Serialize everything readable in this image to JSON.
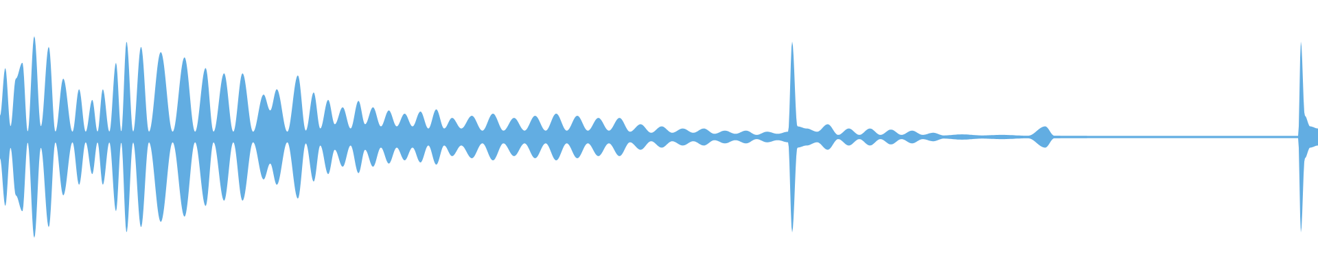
{
  "waveform": {
    "color": "#62ade2",
    "background": "#ffffff",
    "envelope": [
      [
        0.0,
        0.2
      ],
      [
        0.004,
        0.65
      ],
      [
        0.008,
        0.1
      ],
      [
        0.012,
        0.55
      ],
      [
        0.017,
        0.7
      ],
      [
        0.021,
        0.05
      ],
      [
        0.026,
        0.95
      ],
      [
        0.031,
        0.1
      ],
      [
        0.037,
        0.85
      ],
      [
        0.042,
        0.05
      ],
      [
        0.048,
        0.55
      ],
      [
        0.055,
        0.05
      ],
      [
        0.06,
        0.45
      ],
      [
        0.065,
        0.05
      ],
      [
        0.07,
        0.35
      ],
      [
        0.074,
        0.05
      ],
      [
        0.078,
        0.45
      ],
      [
        0.083,
        0.05
      ],
      [
        0.088,
        0.7
      ],
      [
        0.092,
        0.05
      ],
      [
        0.096,
        0.9
      ],
      [
        0.101,
        0.05
      ],
      [
        0.107,
        0.85
      ],
      [
        0.113,
        0.05
      ],
      [
        0.122,
        0.8
      ],
      [
        0.131,
        0.05
      ],
      [
        0.14,
        0.75
      ],
      [
        0.148,
        0.05
      ],
      [
        0.156,
        0.65
      ],
      [
        0.162,
        0.05
      ],
      [
        0.17,
        0.6
      ],
      [
        0.177,
        0.05
      ],
      [
        0.184,
        0.6
      ],
      [
        0.192,
        0.05
      ],
      [
        0.2,
        0.4
      ],
      [
        0.205,
        0.25
      ],
      [
        0.21,
        0.45
      ],
      [
        0.218,
        0.05
      ],
      [
        0.226,
        0.58
      ],
      [
        0.232,
        0.06
      ],
      [
        0.238,
        0.42
      ],
      [
        0.243,
        0.08
      ],
      [
        0.249,
        0.35
      ],
      [
        0.254,
        0.12
      ],
      [
        0.26,
        0.28
      ],
      [
        0.266,
        0.08
      ],
      [
        0.272,
        0.34
      ],
      [
        0.277,
        0.12
      ],
      [
        0.283,
        0.28
      ],
      [
        0.289,
        0.1
      ],
      [
        0.295,
        0.25
      ],
      [
        0.301,
        0.1
      ],
      [
        0.307,
        0.22
      ],
      [
        0.313,
        0.1
      ],
      [
        0.319,
        0.24
      ],
      [
        0.325,
        0.08
      ],
      [
        0.331,
        0.26
      ],
      [
        0.337,
        0.08
      ],
      [
        0.343,
        0.18
      ],
      [
        0.35,
        0.08
      ],
      [
        0.358,
        0.2
      ],
      [
        0.366,
        0.06
      ],
      [
        0.374,
        0.22
      ],
      [
        0.382,
        0.06
      ],
      [
        0.39,
        0.18
      ],
      [
        0.398,
        0.06
      ],
      [
        0.406,
        0.2
      ],
      [
        0.414,
        0.06
      ],
      [
        0.422,
        0.22
      ],
      [
        0.43,
        0.06
      ],
      [
        0.438,
        0.2
      ],
      [
        0.446,
        0.06
      ],
      [
        0.454,
        0.18
      ],
      [
        0.462,
        0.06
      ],
      [
        0.47,
        0.18
      ],
      [
        0.478,
        0.05
      ],
      [
        0.486,
        0.12
      ],
      [
        0.494,
        0.04
      ],
      [
        0.502,
        0.1
      ],
      [
        0.51,
        0.04
      ],
      [
        0.518,
        0.08
      ],
      [
        0.526,
        0.04
      ],
      [
        0.534,
        0.08
      ],
      [
        0.542,
        0.03
      ],
      [
        0.55,
        0.06
      ],
      [
        0.558,
        0.03
      ],
      [
        0.566,
        0.06
      ],
      [
        0.574,
        0.02
      ],
      [
        0.582,
        0.05
      ],
      [
        0.59,
        0.03
      ],
      [
        0.598,
        0.05
      ],
      [
        0.601,
        0.9
      ],
      [
        0.605,
        0.1
      ],
      [
        0.612,
        0.08
      ],
      [
        0.62,
        0.05
      ],
      [
        0.628,
        0.12
      ],
      [
        0.636,
        0.02
      ],
      [
        0.644,
        0.08
      ],
      [
        0.652,
        0.02
      ],
      [
        0.66,
        0.08
      ],
      [
        0.668,
        0.02
      ],
      [
        0.676,
        0.07
      ],
      [
        0.684,
        0.02
      ],
      [
        0.692,
        0.06
      ],
      [
        0.7,
        0.02
      ],
      [
        0.708,
        0.04
      ],
      [
        0.716,
        0.015
      ],
      [
        0.73,
        0.025
      ],
      [
        0.745,
        0.015
      ],
      [
        0.76,
        0.02
      ],
      [
        0.78,
        0.012
      ],
      [
        0.793,
        0.1
      ],
      [
        0.8,
        0.012
      ],
      [
        0.84,
        0.01
      ],
      [
        0.88,
        0.01
      ],
      [
        0.92,
        0.01
      ],
      [
        0.96,
        0.01
      ],
      [
        0.985,
        0.01
      ],
      [
        0.987,
        0.9
      ],
      [
        0.99,
        0.2
      ],
      [
        0.994,
        0.1
      ],
      [
        1.0,
        0.08
      ]
    ]
  }
}
